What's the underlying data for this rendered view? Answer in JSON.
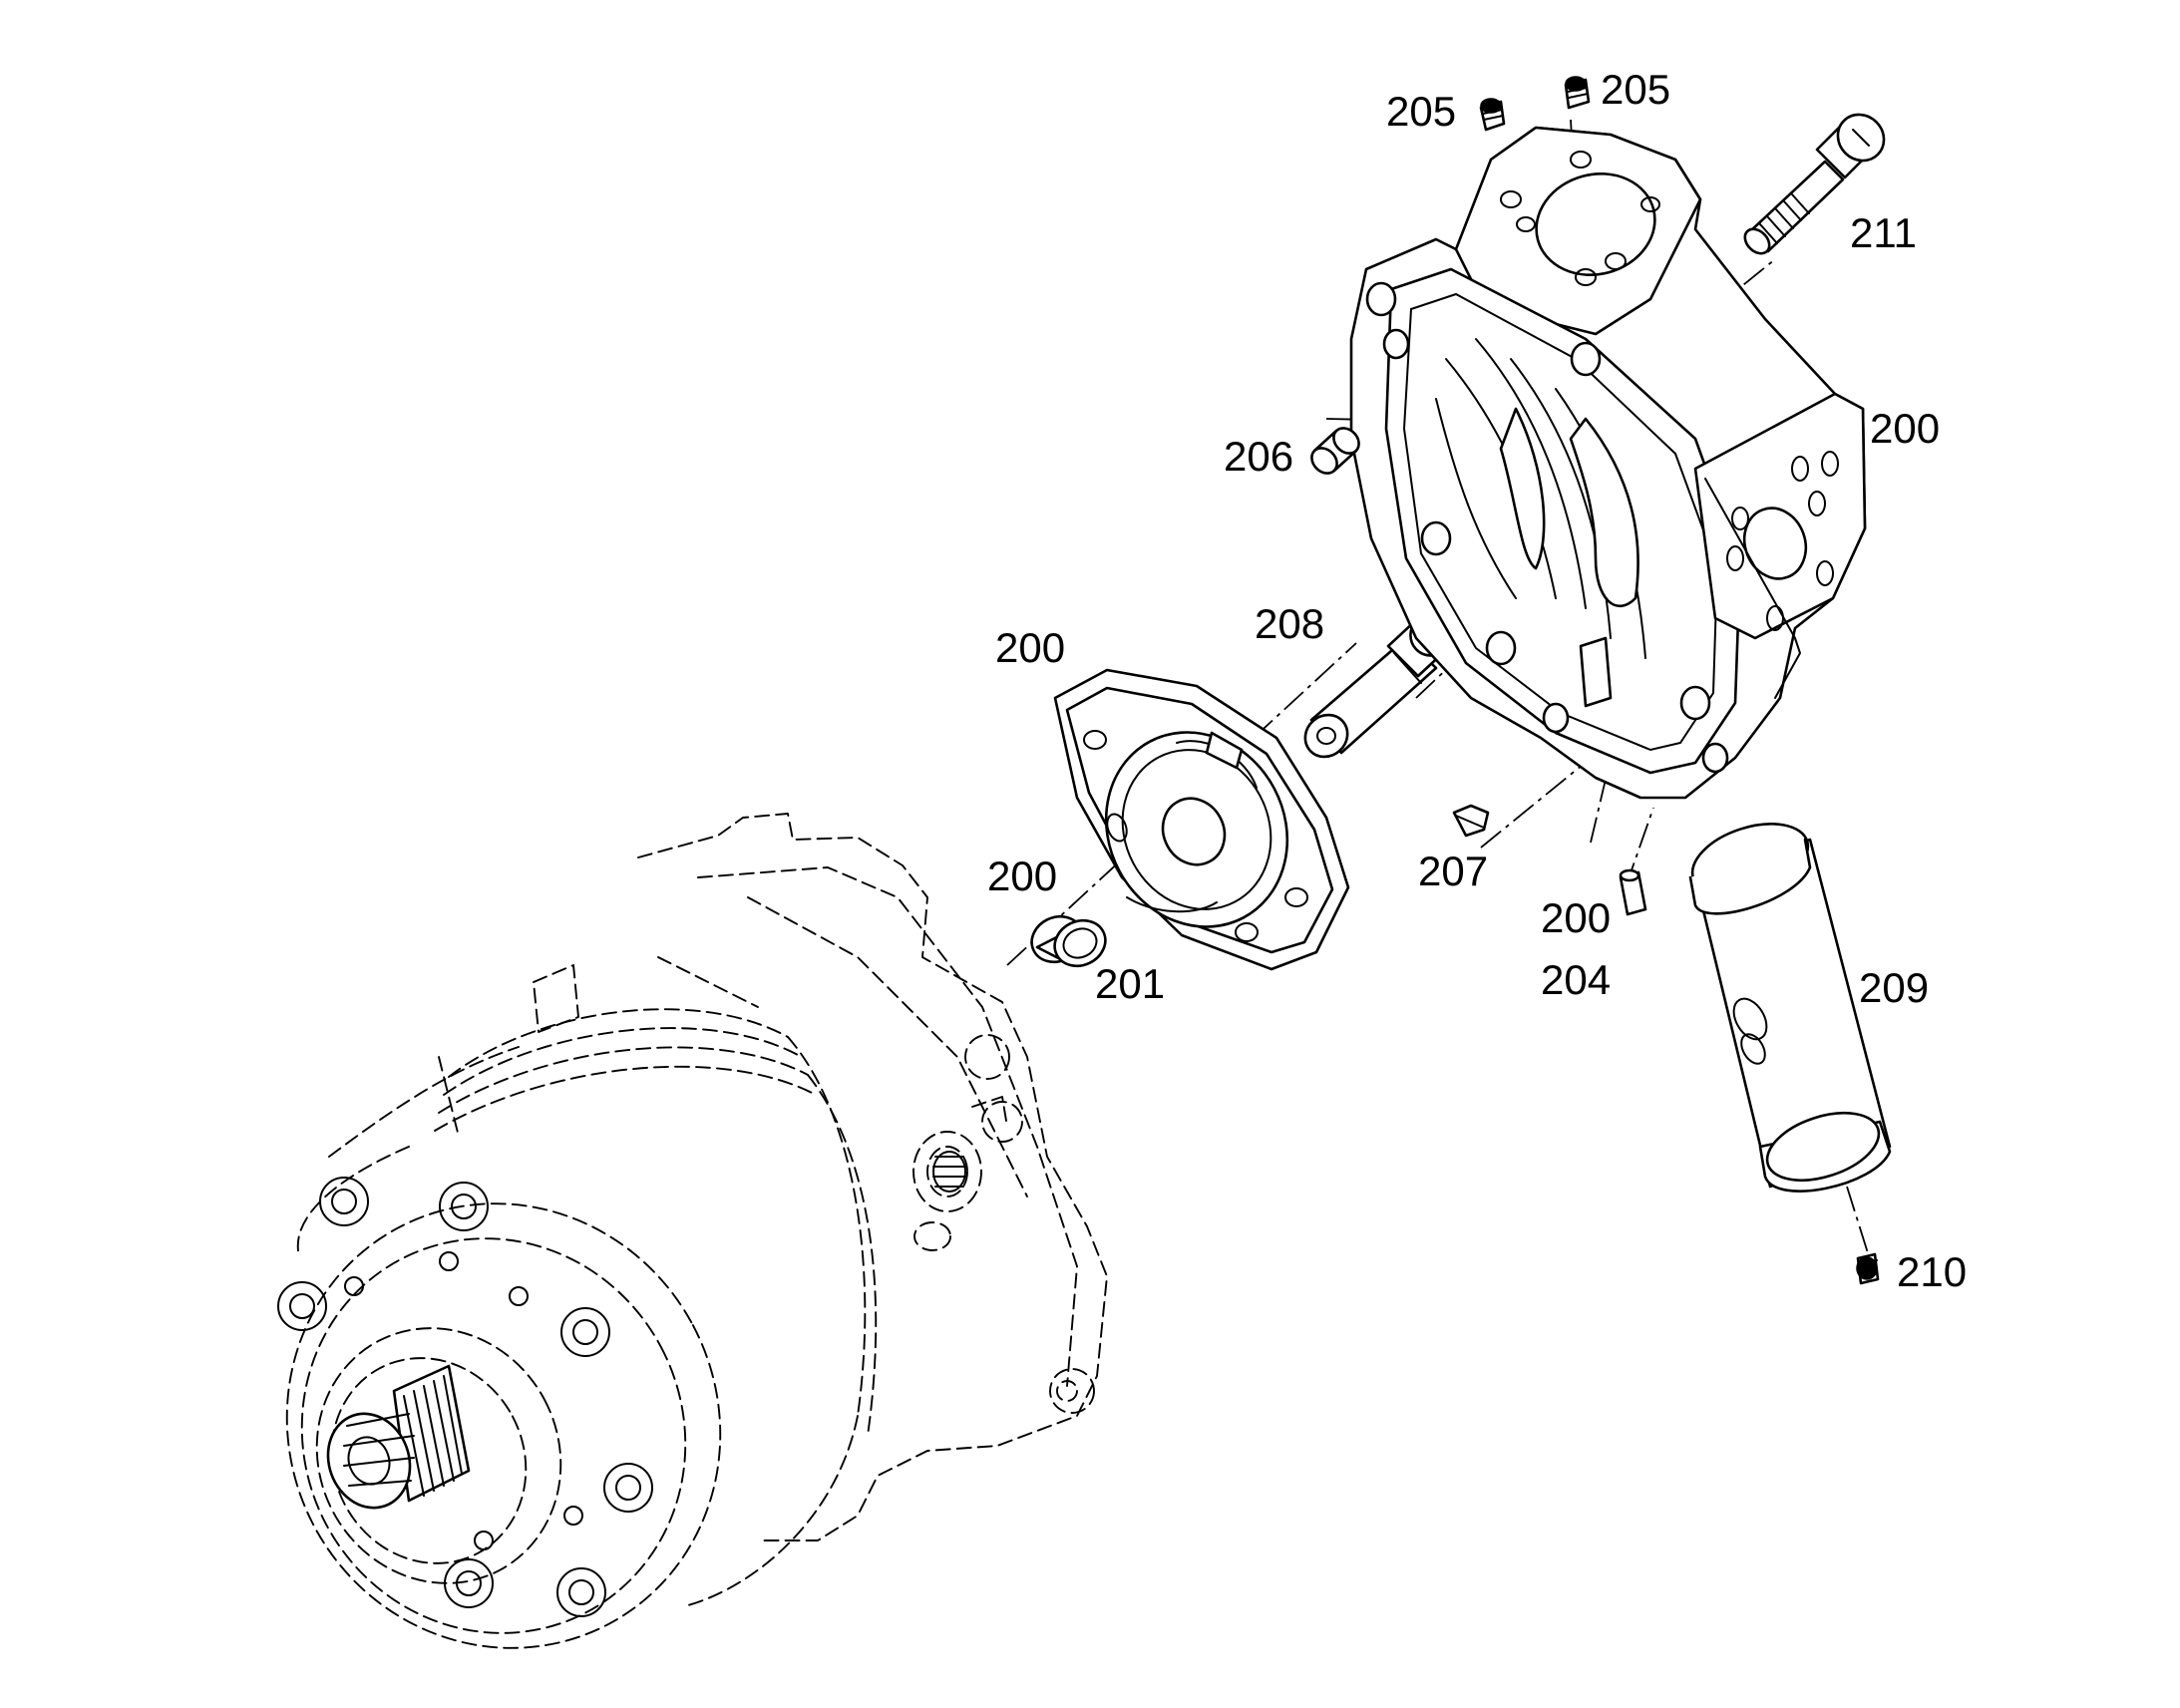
{
  "callouts": {
    "c205a": "205",
    "c205b": "205",
    "c211": "211",
    "c206": "206",
    "c200_housing": "200",
    "c208": "208",
    "c200_plate": "200",
    "c200_ring": "200",
    "c201": "201",
    "c207": "207",
    "c200_pin": "200",
    "c204": "204",
    "c209": "209",
    "c210": "210"
  },
  "colors": {
    "line": "#000000",
    "background": "#ffffff"
  }
}
